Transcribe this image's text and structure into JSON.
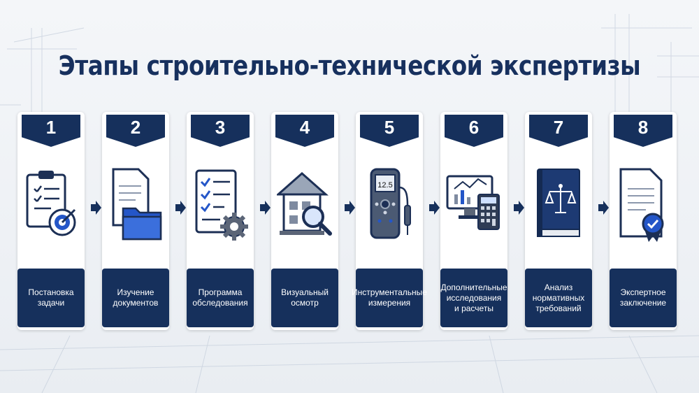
{
  "title": "Этапы строительно-технической экспертизы",
  "colors": {
    "navy": "#16305c",
    "accent": "#2456c8",
    "background": "#f0f3f7"
  },
  "steps": [
    {
      "number": "1",
      "label": "Постановка\nзадачи",
      "icon": "clipboard-target-icon"
    },
    {
      "number": "2",
      "label": "Изучение\nдокументов",
      "icon": "documents-folder-icon"
    },
    {
      "number": "3",
      "label": "Программа\nобследования",
      "icon": "checklist-gear-icon"
    },
    {
      "number": "4",
      "label": "Визуальный\nосмотр",
      "icon": "house-magnifier-icon"
    },
    {
      "number": "5",
      "label": "Инструментальные\nизмерения",
      "icon": "measuring-device-icon",
      "display_value": "12.5"
    },
    {
      "number": "6",
      "label": "Дополнительные\nисследования\nи расчеты",
      "icon": "monitor-calculator-icon"
    },
    {
      "number": "7",
      "label": "Анализ\nнормативных\nтребований",
      "icon": "law-book-icon"
    },
    {
      "number": "8",
      "label": "Экспертное\nзаключение",
      "icon": "certificate-document-icon"
    }
  ]
}
